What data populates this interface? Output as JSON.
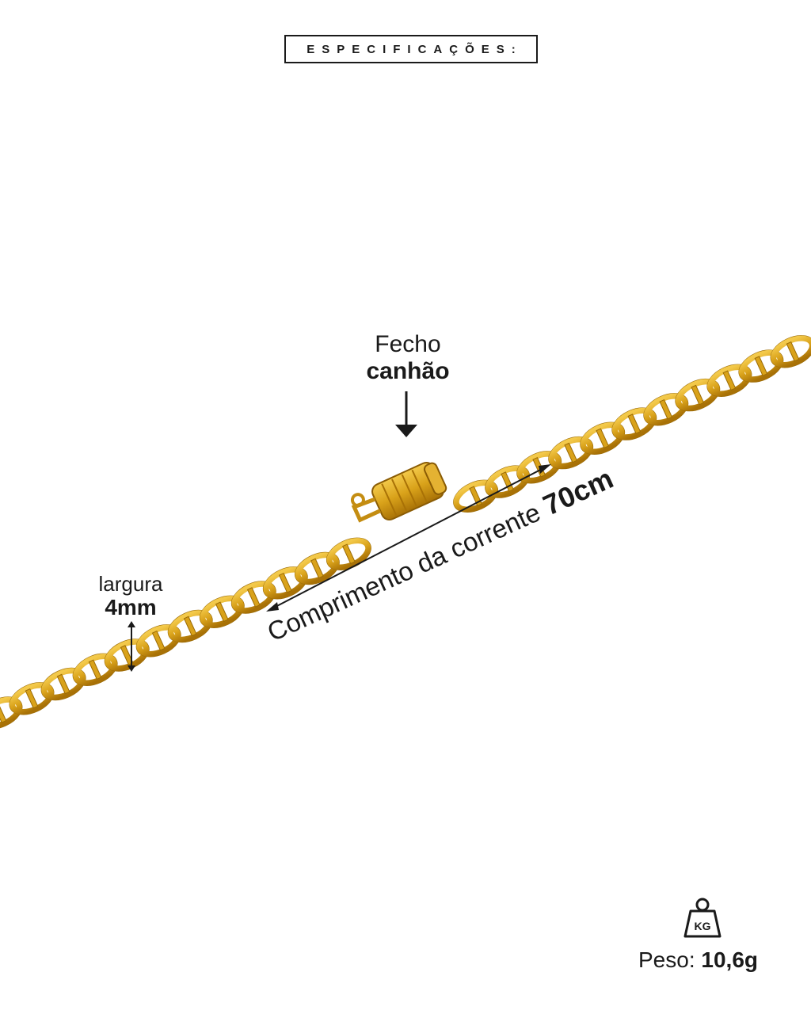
{
  "header": {
    "title": "ESPECIFICAÇÕES:"
  },
  "clasp": {
    "line1": "Fecho",
    "line2": "canhão"
  },
  "width": {
    "label": "largura",
    "value": "4mm"
  },
  "length": {
    "label": "Comprimento da corrente",
    "value": "70cm"
  },
  "weight": {
    "label": "Peso:",
    "value": "10,6g",
    "icon_text": "KG",
    "icon": "weight-kg-icon"
  },
  "colors": {
    "gold": "#d9a21a",
    "gold_dark": "#9a6a05",
    "text": "#1a1a1a"
  }
}
